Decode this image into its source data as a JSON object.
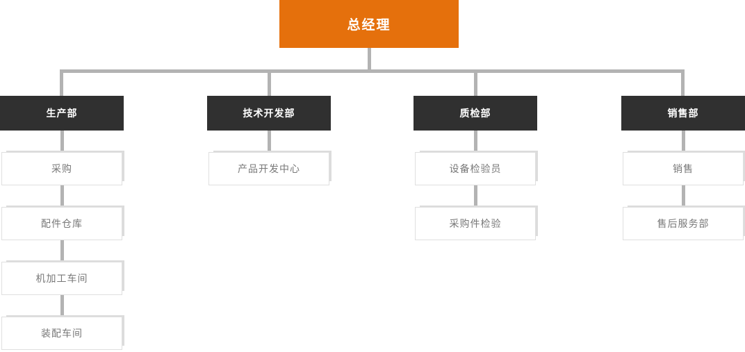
{
  "org_chart": {
    "root": {
      "label": "总经理"
    },
    "departments": [
      {
        "label": "生产部",
        "children": [
          {
            "label": "采购"
          },
          {
            "label": "配件仓库"
          },
          {
            "label": "机加工车间"
          },
          {
            "label": "装配车间"
          }
        ]
      },
      {
        "label": "技术开发部",
        "children": [
          {
            "label": "产品开发中心"
          }
        ]
      },
      {
        "label": "质检部",
        "children": [
          {
            "label": "设备检验员"
          },
          {
            "label": "采购件检验"
          }
        ]
      },
      {
        "label": "销售部",
        "children": [
          {
            "label": "销售"
          },
          {
            "label": "售后服务部"
          }
        ]
      }
    ]
  },
  "colors": {
    "root_bg": "#E5700C",
    "department_bg": "#303030",
    "connector": "#B3B3B3",
    "leaf_border": "#DFDFDF",
    "leaf_text": "#787878",
    "node_text": "#FFFFFF",
    "background": "#FFFFFF"
  }
}
